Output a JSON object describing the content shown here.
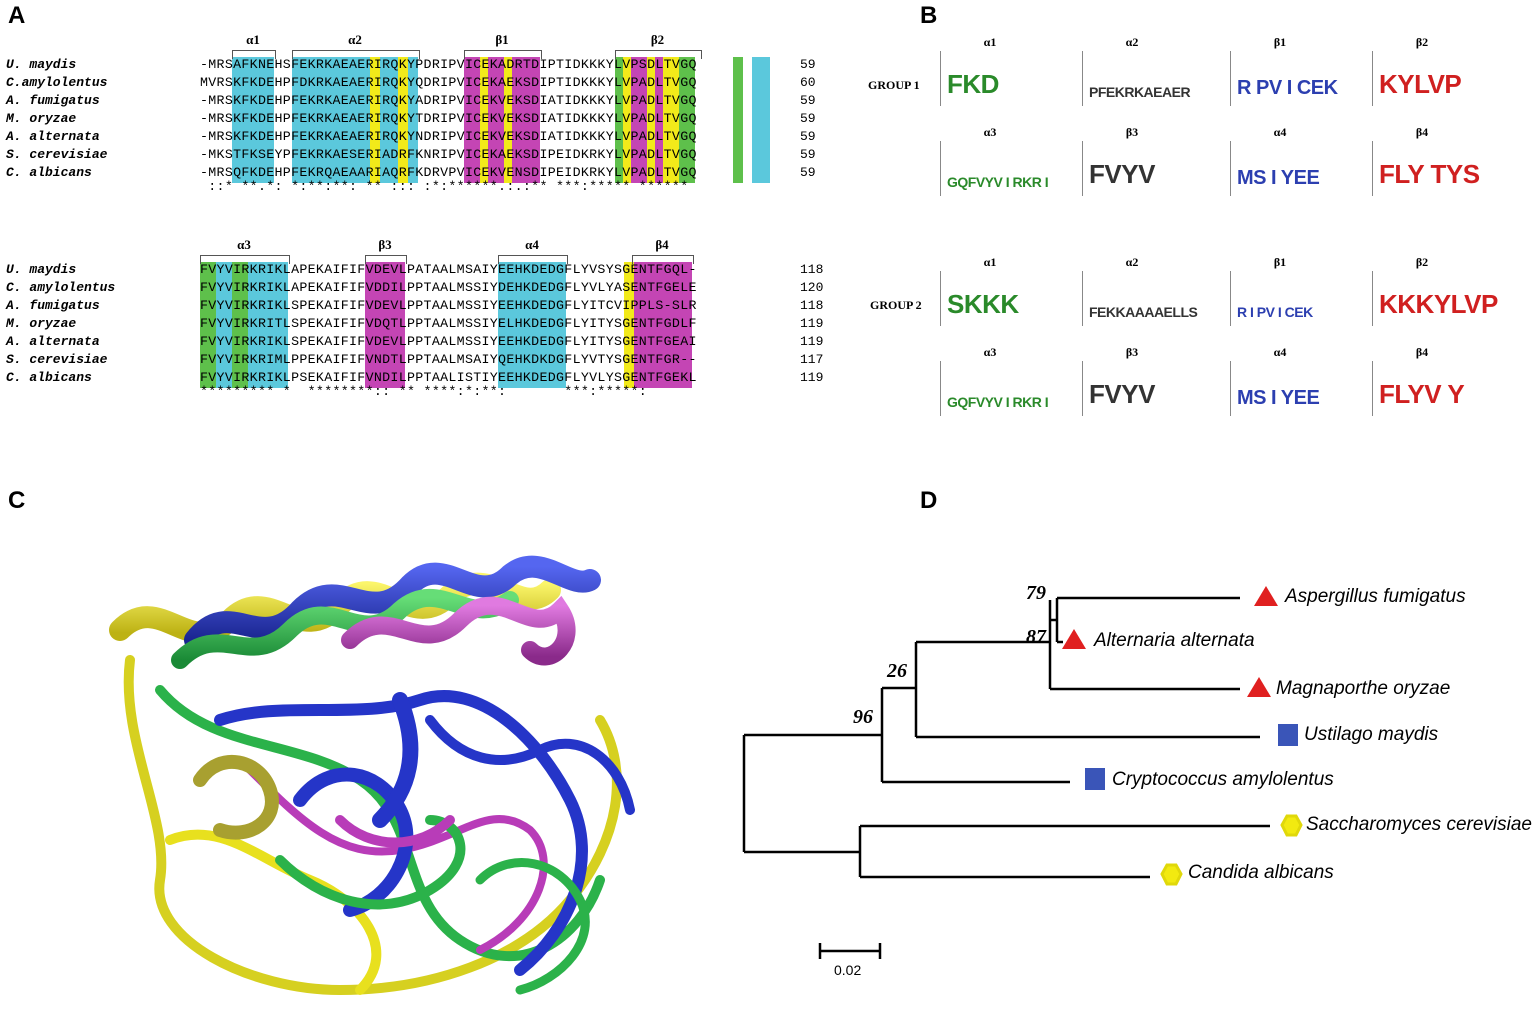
{
  "panels": {
    "a": "A",
    "b": "B",
    "c": "C",
    "d": "D"
  },
  "alignment": {
    "block1": {
      "ss": [
        "α1",
        "α2",
        "β1",
        "β2"
      ],
      "rows": [
        {
          "species": "U. maydis",
          "seq": "-MRSAFKNEHSFEKRKAEAERIRQKYPDRIPVICEKADRTDIPTIDKKKYLVPSDLTVGQ",
          "num": "59"
        },
        {
          "species": "C.amylolentus",
          "seq": "MVRSKFKDEHPFDKRKAEAERIRQKYQDRIPVICEKAEKSDIPTIDKKKYLVPADLTVGQ",
          "num": "60"
        },
        {
          "species": "A. fumigatus",
          "seq": "-MRSKFKDEHPFEKRKAEAERIRQKYADRIPVICEKVEKSDIATIDKKKYLVPADLTVGQ",
          "num": "59"
        },
        {
          "species": "M. oryzae",
          "seq": "-MRSKFKDEHPFEKRKAEAERIRQKYTDRIPVICEKVEKSDIATIDKKKYLVPADLTVGQ",
          "num": "59"
        },
        {
          "species": "A. alternata",
          "seq": "-MRSKFKDEHPFEKRKAEAERIRQKYNDRIPVICEKVEKSDIATIDKKKYLVPADLTVGQ",
          "num": "59"
        },
        {
          "species": "S. cerevisiae",
          "seq": "-MKSTFKSEYPFEKRKAESERIADRFKNRIPVICEKAEKSDIPEIDKRKYLVPADLTVGQ",
          "num": "59"
        },
        {
          "species": "C. albicans",
          "seq": "-MRSQFKDEHPFEKRQAEAARIAQRFKDRVPVICEKVENSDIPEIDKRKYLVPADLTVGQ",
          "num": "59"
        }
      ],
      "consensus": " ::* **.*: *:**:**: ** ::: :*:******.:.:** ***:***** ******"
    },
    "block2": {
      "ss": [
        "α3",
        "β3",
        "α4",
        "β4"
      ],
      "rows": [
        {
          "species": "U. maydis",
          "seq": "FVYVIRKRIKLAPEKAIFIFVDEVLPATAALMSAIYEEHKDEDGFLYVSYSGENTFGQL-",
          "num": "118"
        },
        {
          "species": "C. amylolentus",
          "seq": "FVYVIRKRIKLAPEKAIFIFVDDILPPTAALMSSIYDEHKDEDGFLYVLYASENTFGELE",
          "num": "120"
        },
        {
          "species": "A. fumigatus",
          "seq": "FVYVIRKRIKLSPEKAIFIFVDEVLPPTAALMSSIYEEHKDEDGFLYITCVIPPLS-SLR",
          "num": "118"
        },
        {
          "species": "M. oryzae",
          "seq": "FVYVIRKRITLSPEKAIFIFVDQTLPPTAALMSSIYELHKDEDGFLYITYSGENTFGDLF",
          "num": "119"
        },
        {
          "species": "A. alternata",
          "seq": "FVYVIRKRIKLSPEKAIFIFVDEVLPPTAALMSSIYEEHKDEDGFLYITYSGENTFGEAI",
          "num": "119"
        },
        {
          "species": "S. cerevisiae",
          "seq": "FVYVIRKRIMLPPEKAIFIFVNDTLPPTAALMSAIYQEHKDKDGFLYVTYSGENTFGR--",
          "num": "117"
        },
        {
          "species": "C. albicans",
          "seq": "FVYVIRKRIKLPSEKAIFIFVNDILPPTAALISTIYEEHKDEDGFLYVLYSGENTFGEKL",
          "num": "119"
        }
      ],
      "consensus": "********* *  ********:: ** ****:*:**:       ***:*****:"
    }
  },
  "logos": {
    "group1": {
      "label": "GROUP 1",
      "items": [
        {
          "title": "α1",
          "text": "FKD"
        },
        {
          "title": "α2",
          "text": "PFEKRKAEAER"
        },
        {
          "title": "β1",
          "text": "R PV I CEK"
        },
        {
          "title": "β2",
          "text": "KYLVP"
        },
        {
          "title": "α3",
          "text": "GQFVYV I RKR I"
        },
        {
          "title": "β3",
          "text": "FVYV"
        },
        {
          "title": "α4",
          "text": "MS  I YEE"
        },
        {
          "title": "β4",
          "text": "FLY TYS"
        }
      ]
    },
    "group2": {
      "label": "GROUP 2",
      "items": [
        {
          "title": "α1",
          "text": "SKKK"
        },
        {
          "title": "α2",
          "text": "FEKKAAAAELLS"
        },
        {
          "title": "β1",
          "text": "R I PV I CEK"
        },
        {
          "title": "β2",
          "text": "KKKYLVP"
        },
        {
          "title": "α3",
          "text": "GQFVYV I RKR I"
        },
        {
          "title": "β3",
          "text": "FVYV"
        },
        {
          "title": "α4",
          "text": "MS I YEE"
        },
        {
          "title": "β4",
          "text": "FLYV Y"
        }
      ]
    }
  },
  "colors": {
    "cyan": "#5bc8dc",
    "magenta": "#c445b4",
    "yellow": "#f2ea1a",
    "green": "#5ec04b",
    "blue_ribbon": "#2535c8",
    "green_ribbon": "#2bb24a",
    "yellow_ribbon": "#e8e01e",
    "magenta_ribbon": "#b83cb8",
    "triangle": "#e02020",
    "square": "#3a55b8",
    "hexagon": "#f2ea10"
  },
  "tree": {
    "taxa": [
      {
        "name": "Aspergillus fumigatus",
        "marker": "triangle"
      },
      {
        "name": "Alternaria alternata",
        "marker": "triangle"
      },
      {
        "name": "Magnaporthe oryzae",
        "marker": "triangle"
      },
      {
        "name": "Ustilago maydis",
        "marker": "square"
      },
      {
        "name": "Cryptococcus amylolentus",
        "marker": "square"
      },
      {
        "name": "Saccharomyces cerevisiae",
        "marker": "hexagon"
      },
      {
        "name": "Candida albicans",
        "marker": "hexagon"
      }
    ],
    "bootstrap": [
      "79",
      "87",
      "26",
      "96"
    ],
    "scale": "0.02"
  }
}
